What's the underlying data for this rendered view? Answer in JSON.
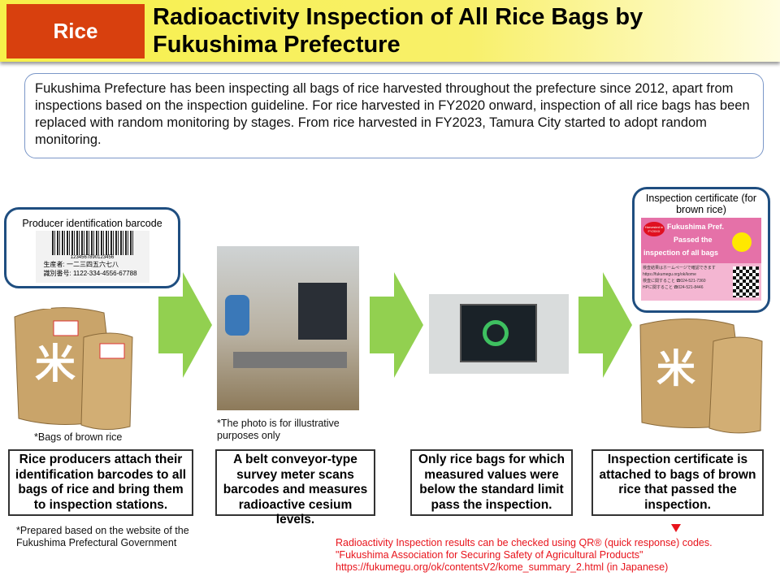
{
  "header": {
    "tag": "Rice",
    "title": "Radioactivity Inspection of All Rice Bags by Fukushima Prefecture"
  },
  "intro": "Fukushima Prefecture has been inspecting all bags of rice harvested throughout the prefecture since 2012, apart from inspections based on the inspection guideline. For rice harvested in FY2020 onward, inspection of all rice bags has been replaced with random monitoring by stages. From rice harvested in FY2023, Tamura City started to adopt random monitoring.",
  "steps": [
    {
      "bubble_label": "Producer identification barcode",
      "barcode_number": "1234567890123456",
      "barcode_producer": "生産者:  一二三四五六七八",
      "barcode_id": "識別番号: 1122-334-4556-67788",
      "note": "*Bags of brown rice",
      "caption": "Rice producers attach their identification barcodes to all bags of rice and bring them to inspection stations."
    },
    {
      "note": "*The photo is for illustrative purposes only",
      "caption": "A belt conveyor-type survey meter scans barcodes and measures radioactive cesium levels."
    },
    {
      "caption": "Only rice bags for which measured values were below the standard limit pass the inspection."
    },
    {
      "bubble_label": "Inspection certificate (for brown rice)",
      "cert_badge": "Harvested in FY20XX",
      "cert_line1": "Fukushima Pref.",
      "cert_line2": "Passed the",
      "cert_line3": "inspection of all bags",
      "cert_info": "検査結果はホームページで確認できます https://fukumegu.org/ok/kome",
      "cert_phone1": "検査に関すること ☎024-521-7360",
      "cert_phone2": "HPに関すること ☎024-521-8446",
      "caption": "Inspection certificate is attached to bags of brown rice that passed the inspection."
    }
  ],
  "source_note": "*Prepared based on the website of the Fukushima Prefectural Government",
  "qr_note": [
    "Radioactivity Inspection results can be checked using QR® (quick response) codes.",
    "\"Fukushima Association for Securing Safety of Agricultural Products\"",
    "https://fukumegu.org/ok/contentsV2/kome_summary_2.html (in Japanese)"
  ],
  "colors": {
    "tag": "#d8400e",
    "arrow": "#92d050",
    "bubble_border": "#1f4e80",
    "red_note": "#e8141c"
  }
}
